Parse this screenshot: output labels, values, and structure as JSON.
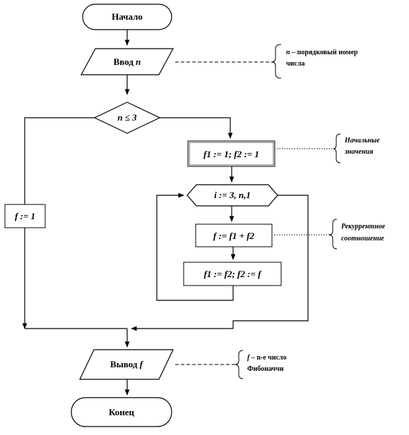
{
  "flowchart": {
    "start": "Начало",
    "input_word": "Ввод",
    "input_var": "n",
    "condition": "n ≤ 3",
    "init_values": "f1 := 1; f2 := 1",
    "loop": "i := 3, n,1",
    "recurrence": "f := f1 + f2",
    "shift": "f1 := f2; f2 := f",
    "assign_f": "f := 1",
    "output_word": "Вывод",
    "output_var": "f",
    "end": "Конец"
  },
  "notes": {
    "input_line1": "n – порядковый номер",
    "input_line2": "числа",
    "init_line1": "Начальные",
    "init_line2": "значения",
    "recur_line1": "Рекуррентное",
    "recur_line2": "соотношение",
    "output_line1": "f – n-е число",
    "output_line2": "Фибоначчи"
  }
}
